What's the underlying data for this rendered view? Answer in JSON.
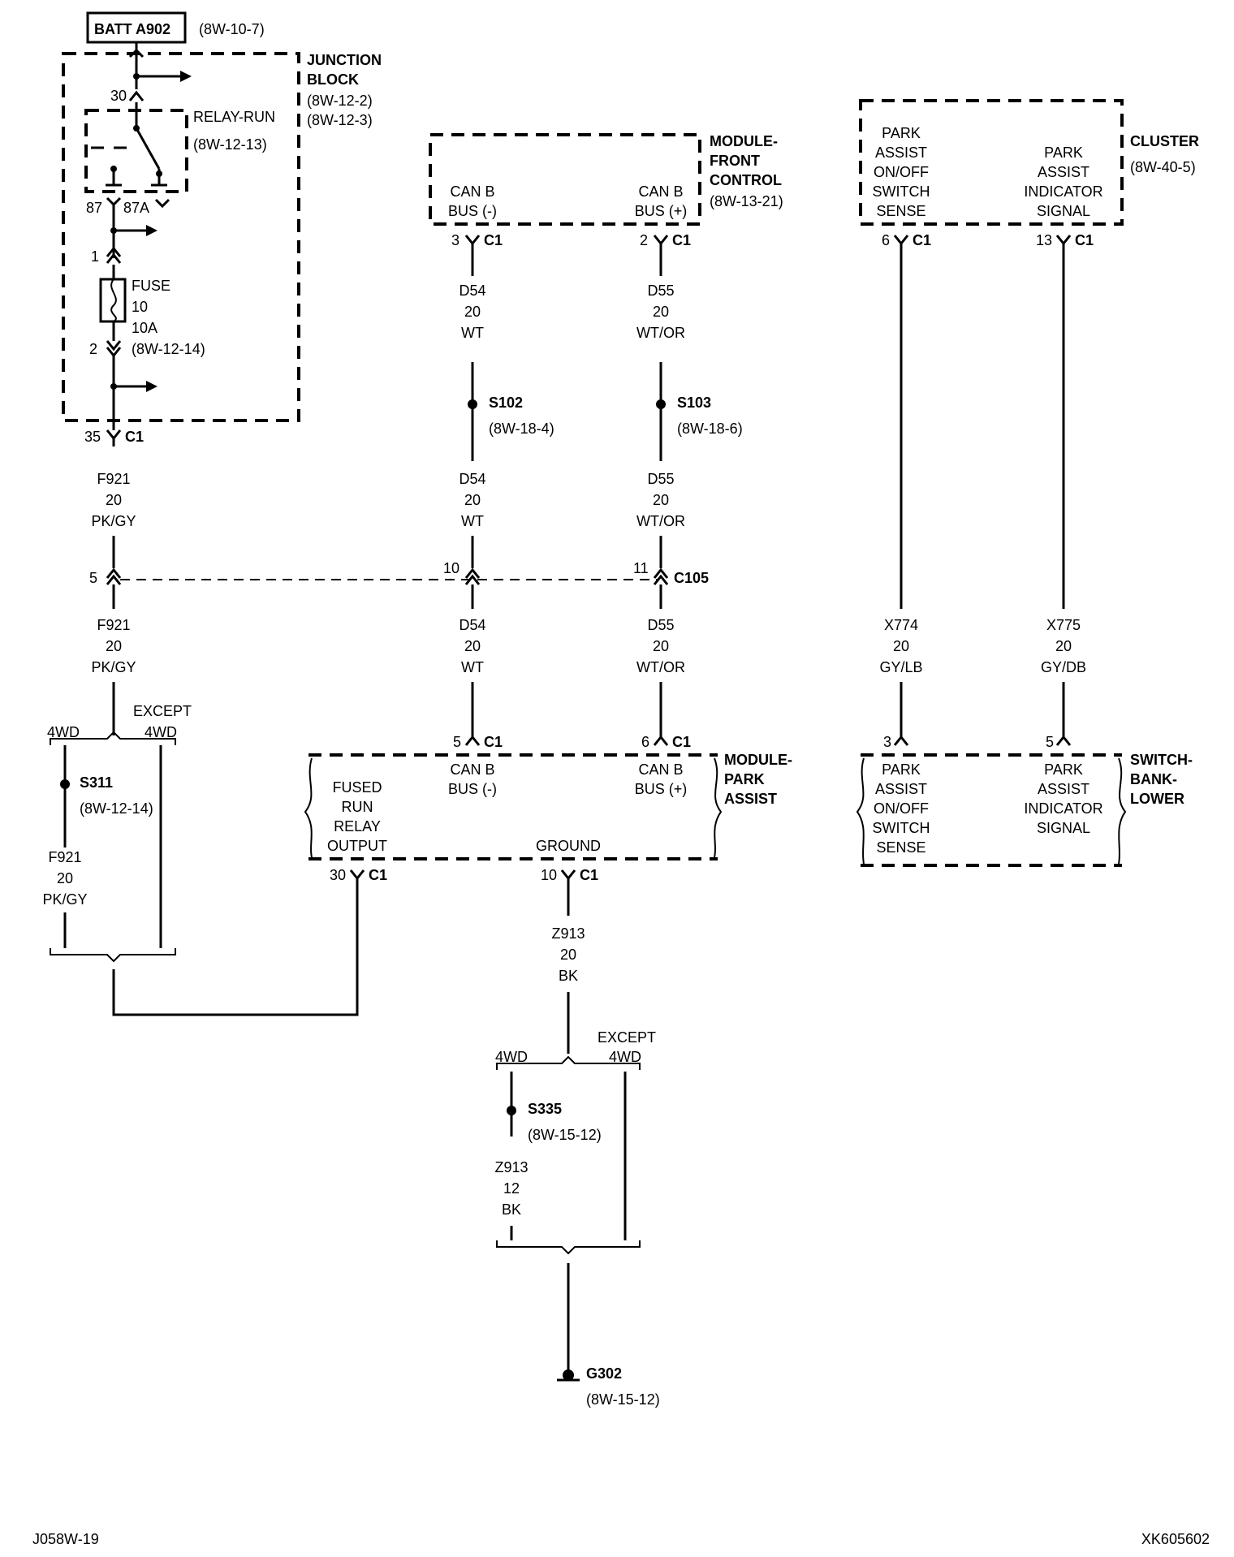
{
  "battery": {
    "label": "BATT A902",
    "ref": "(8W-10-7)"
  },
  "junction_block": {
    "name1": "JUNCTION",
    "name2": "BLOCK",
    "ref1": "(8W-12-2)",
    "ref2": "(8W-12-3)",
    "pin30": "30",
    "relay": {
      "name": "RELAY-RUN",
      "ref": "(8W-12-13)",
      "pin87": "87",
      "pin87a": "87A"
    },
    "pin1": "1",
    "pin2": "2",
    "fuse": {
      "l1": "FUSE",
      "l2": "10",
      "l3": "10A",
      "ref": "(8W-12-14)"
    },
    "pin35": "35",
    "conn": "C1"
  },
  "module_front": {
    "name1": "MODULE-",
    "name2": "FRONT",
    "name3": "CONTROL",
    "ref": "(8W-13-21)",
    "canb_l1": "CAN B",
    "canb_l2": "BUS (-)",
    "canbp_l1": "CAN B",
    "canbp_l2": "BUS (+)",
    "pin3": "3",
    "pin2": "2",
    "conn": "C1"
  },
  "cluster": {
    "name": "CLUSTER",
    "ref": "(8W-40-5)",
    "sw_l1": "PARK",
    "sw_l2": "ASSIST",
    "sw_l3": "ON/OFF",
    "sw_l4": "SWITCH",
    "sw_l5": "SENSE",
    "ind_l1": "PARK",
    "ind_l2": "ASSIST",
    "ind_l3": "INDICATOR",
    "ind_l4": "SIGNAL",
    "pin6": "6",
    "pin13": "13",
    "conn": "C1"
  },
  "wires": {
    "d54": {
      "circuit": "D54",
      "gauge": "20",
      "color": "WT"
    },
    "d55": {
      "circuit": "D55",
      "gauge": "20",
      "color": "WT/OR"
    },
    "f921": {
      "circuit": "F921",
      "gauge": "20",
      "color": "PK/GY"
    },
    "x774": {
      "circuit": "X774",
      "gauge": "20",
      "color": "GY/LB"
    },
    "x775": {
      "circuit": "X775",
      "gauge": "20",
      "color": "GY/DB"
    },
    "z913": {
      "circuit": "Z913",
      "gauge": "20",
      "color": "BK"
    },
    "z913b": {
      "circuit": "Z913",
      "gauge": "12",
      "color": "BK"
    }
  },
  "splices": {
    "s102": {
      "id": "S102",
      "ref": "(8W-18-4)"
    },
    "s103": {
      "id": "S103",
      "ref": "(8W-18-6)"
    },
    "s311": {
      "id": "S311",
      "ref": "(8W-12-14)"
    },
    "s335": {
      "id": "S335",
      "ref": "(8W-15-12)"
    }
  },
  "c105": {
    "name": "C105",
    "pin5": "5",
    "pin10": "10",
    "pin11": "11"
  },
  "options": {
    "fwd": "4WD",
    "except1": "EXCEPT",
    "except2": "4WD"
  },
  "module_park": {
    "name1": "MODULE-",
    "name2": "PARK",
    "name3": "ASSIST",
    "canb_l1": "CAN B",
    "canb_l2": "BUS (-)",
    "canbp_l1": "CAN B",
    "canbp_l2": "BUS (+)",
    "fused_l1": "FUSED",
    "fused_l2": "RUN",
    "fused_l3": "RELAY",
    "fused_l4": "OUTPUT",
    "ground": "GROUND",
    "pin5": "5",
    "pin6": "6",
    "pin30": "30",
    "pin10": "10",
    "conn": "C1"
  },
  "switch_bank": {
    "name1": "SWITCH-",
    "name2": "BANK-",
    "name3": "LOWER",
    "sw_l1": "PARK",
    "sw_l2": "ASSIST",
    "sw_l3": "ON/OFF",
    "sw_l4": "SWITCH",
    "sw_l5": "SENSE",
    "ind_l1": "PARK",
    "ind_l2": "ASSIST",
    "ind_l3": "INDICATOR",
    "ind_l4": "SIGNAL",
    "pin3": "3",
    "pin5": "5"
  },
  "ground": {
    "id": "G302",
    "ref": "(8W-15-12)"
  },
  "footer": {
    "left": "J058W-19",
    "right": "XK605602"
  }
}
